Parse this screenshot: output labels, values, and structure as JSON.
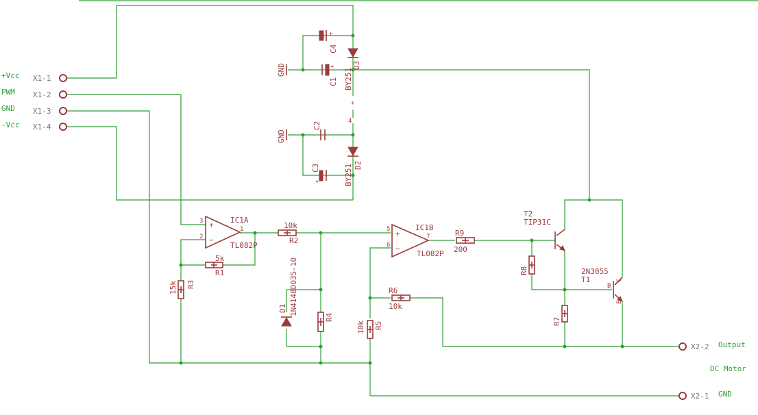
{
  "connectors": {
    "x1_1": {
      "label": "X1-1",
      "net": "+Vcc"
    },
    "x1_2": {
      "label": "X1-2",
      "net": "PWM"
    },
    "x1_3": {
      "label": "X1-3",
      "net": "GND"
    },
    "x1_4": {
      "label": "X1-4",
      "net": "-Vcc"
    },
    "x2_2": {
      "label": "X2-2",
      "net": "Output"
    },
    "x2_1": {
      "label": "X2-1",
      "net": "GND"
    },
    "motor_label": "DC Motor"
  },
  "components": {
    "c4": "C4",
    "c1": "C1",
    "c2": "C2",
    "c3": "C3",
    "d3_value": "BY251",
    "d3": "D3",
    "d2_value": "BY251",
    "d2": "D2",
    "gnd_top": "GND",
    "gnd_bottom": "GND",
    "ic1a": "IC1A",
    "ic1a_value": "TL082P",
    "ic1b": "IC1B",
    "ic1b_value": "TL082P",
    "r1": "R1",
    "r1_value": "5k",
    "r2": "R2",
    "r2_value": "10k",
    "r3": "R3",
    "r3_value": "15k",
    "r4": "R4",
    "r5": "R5",
    "r5_value": "10k",
    "r6": "R6",
    "r6_value": "10k",
    "r7": "R7",
    "r8": "R8",
    "r9": "R9",
    "r9_value": "200",
    "d1": "D1",
    "d1_value": "1N4148DO35-10",
    "t2": "T2",
    "t2_value": "TIP31C",
    "t1": "T1",
    "t1_value": "2N3055",
    "pin_plus": "+",
    "pin_minus": "-",
    "pin_4": "4",
    "pin_3": "3",
    "pin_2": "2",
    "pin_1": "1",
    "pin_5": "5",
    "pin_6": "6",
    "pin_7": "7",
    "t1_b": "B",
    "t1_c": "C",
    "t1_e": "E"
  }
}
